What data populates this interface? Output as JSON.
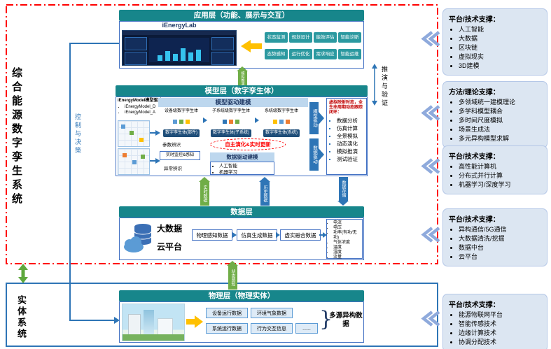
{
  "labels": {
    "system": "综合能源数字孪生系统",
    "physical_system": "实体系统"
  },
  "flows": {
    "control": "控制与决策",
    "verify": "推演与验证",
    "app_model": "模拟推演",
    "realtime": "实时数据",
    "history": "历史数据",
    "store": "数据存储",
    "sense": "状态感知"
  },
  "app_layer": {
    "title": "应用层（功能、展示与交互）",
    "product": "iEnergyLab",
    "buttons": [
      "状态监测",
      "规划设计",
      "能效评估",
      "智能诊断",
      "态势感知",
      "运行优化",
      "需求响应",
      "智能运维"
    ]
  },
  "model_layer": {
    "title": "模型层（数字孪生体）",
    "kernel_title": "iEnergyModel模型驱动:",
    "kernel_items": [
      "iEnergyModel_D",
      "iEnergyModel_A"
    ],
    "model_driven_title": "模型驱动建模",
    "twins": [
      {
        "level": "设备级数字孪生体",
        "twin": "数字孪生体(部件)"
      },
      {
        "level": "子系统级数字孪生体",
        "twin": "数字孪生体(子系统)"
      },
      {
        "level": "系统级数字孪生体",
        "twin": "数字孪生体(系统)"
      }
    ],
    "evolution": "自主演化&实时更新",
    "param_label": "参数辨识",
    "monitor_label": "实时监控&感知",
    "anomaly_label": "异常辨识",
    "data_driven_title": "数据驱动建模",
    "data_driven_items": [
      "人工智能",
      "机器学习"
    ],
    "model_driven_arrow": "模型驱动",
    "data_driven_arrow": "数据驱动",
    "capability_title": "虚拟映射时态，全生命周期动态跟踪闭环：",
    "capabilities": [
      "数据分析",
      "仿真计算",
      "全景模拟",
      "动态演化",
      "模拟推演",
      "测试验证"
    ]
  },
  "data_layer": {
    "title": "数据层",
    "platform_line1": "大数据",
    "platform_line2": "云平台",
    "boxes": [
      "物理感知数据",
      "仿真生成数据",
      "虚实融合数据"
    ],
    "details": [
      "电流",
      "电压",
      "功率(有功/无功)",
      "气体浓度",
      "温度",
      "湿度",
      "流量"
    ]
  },
  "physical_layer": {
    "title": "物理层（物理实体）",
    "boxes": [
      "设备运行数据",
      "环境气象数据",
      "系统运行数据",
      "行为交互信息",
      "......"
    ],
    "brace_glyph": "}",
    "brace_label": "多源异构数据"
  },
  "right_panels": [
    {
      "title": "平台/技术支撑：",
      "items": [
        "人工智能",
        "大数据",
        "区块链",
        "虚拟现实",
        "3D建模"
      ]
    },
    {
      "title": "方法/理论支撑：",
      "items": [
        "多领域统一建模理论",
        "多学科模型耦合",
        "多时间尺度模拟",
        "场景生成法",
        "多元异构模型求解"
      ]
    },
    {
      "title": "平台/技术支撑：",
      "items": [
        "高性能计算机",
        "分布式并行计算",
        "机器学习/深度学习"
      ]
    },
    {
      "title": "平台/技术支撑：",
      "items": [
        "异构通信/5G通信",
        "大数据清洗/挖掘",
        "数据中台",
        "云平台"
      ]
    },
    {
      "title": "平台/技术支撑：",
      "items": [
        "能源物联网平台",
        "智能传感技术",
        "边缘计算技术",
        "协调分配技术"
      ]
    }
  ]
}
